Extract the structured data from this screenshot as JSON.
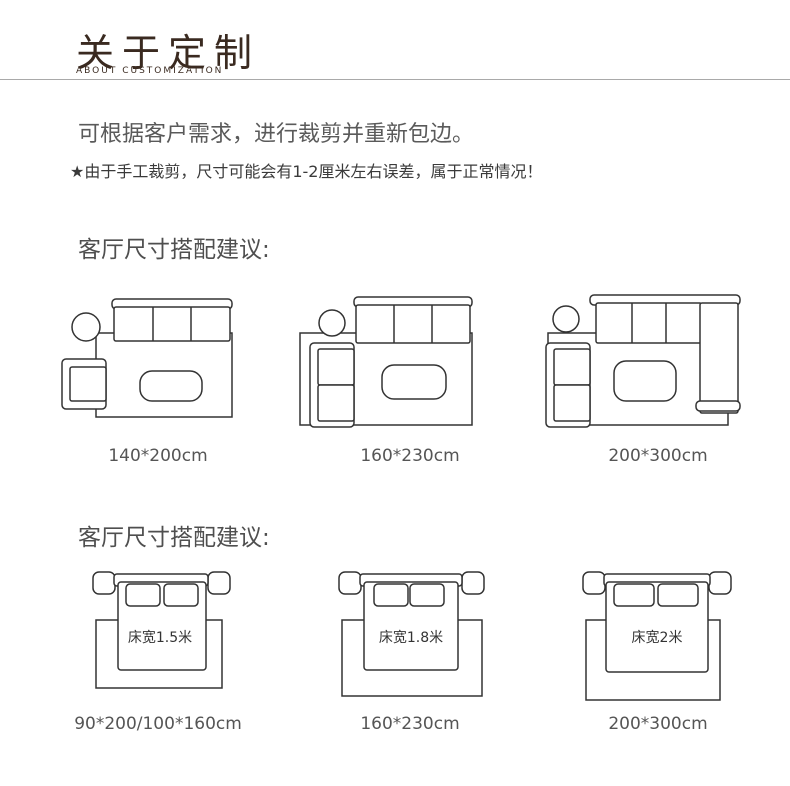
{
  "header": {
    "title_cn": "关于定制",
    "title_en": "ABOUT CUSTOMIZATION"
  },
  "intro": {
    "line1": "可根据客户需求，进行裁剪并重新包边。",
    "line2": "★由于手工裁剪，尺寸可能会有1-2厘米左右误差，属于正常情况！"
  },
  "living_room": {
    "heading": "客厅尺寸搭配建议:",
    "sizes": [
      "140*200cm",
      "160*230cm",
      "200*300cm"
    ]
  },
  "bedroom": {
    "heading": "客厅尺寸搭配建议:",
    "beds": [
      "床宽1.5米",
      "床宽1.8米",
      "床宽2米"
    ],
    "sizes": [
      "90*200/100*160cm",
      "160*230cm",
      "200*300cm"
    ]
  }
}
